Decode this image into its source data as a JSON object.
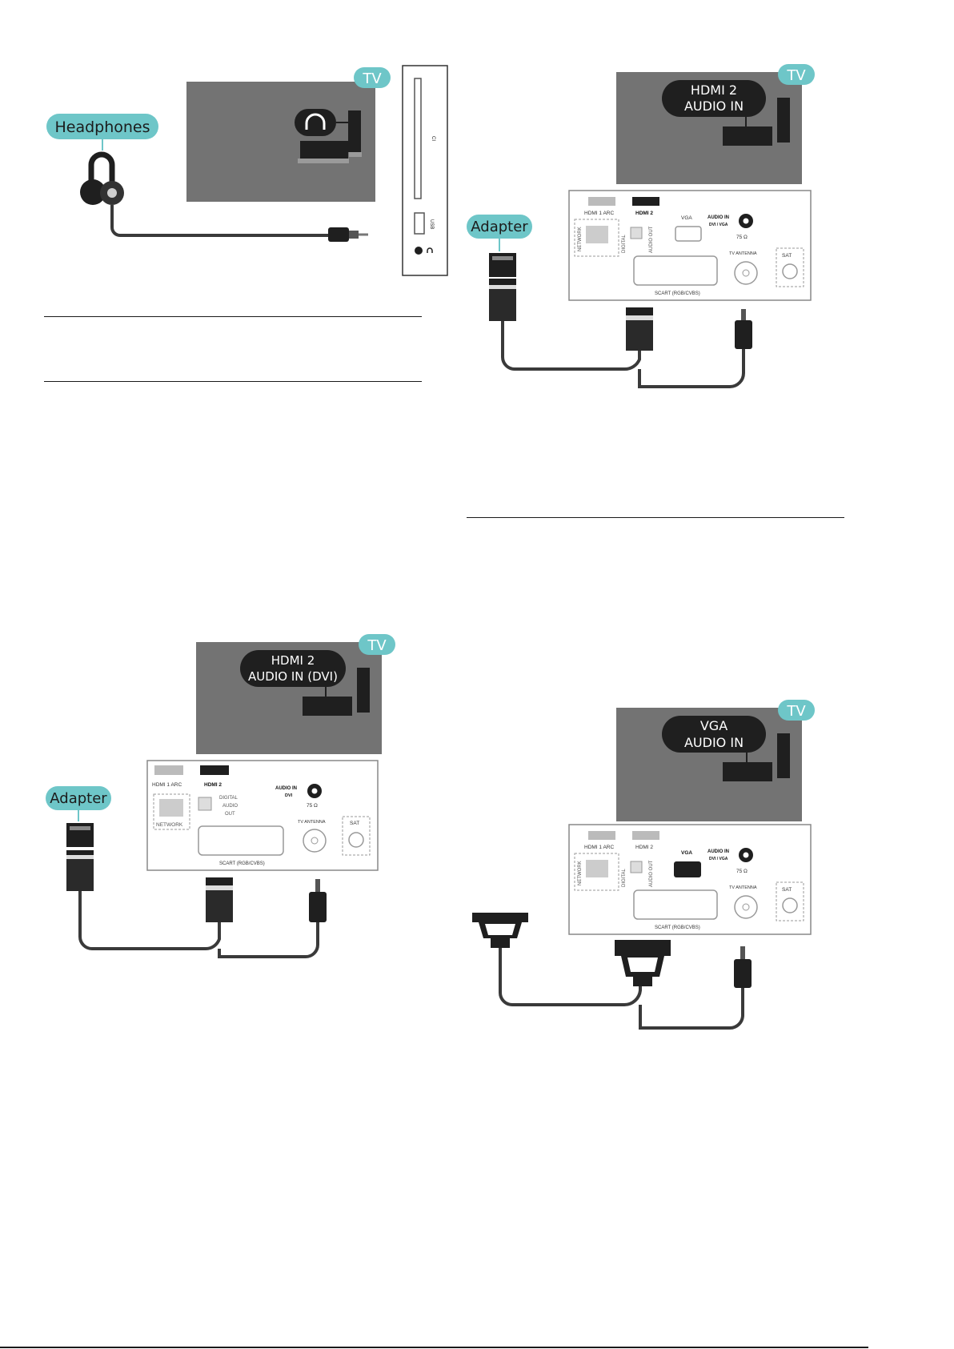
{
  "fig1": {
    "tv_badge": "TV",
    "callout": "Headphones",
    "side_labels": {
      "ci": "CI",
      "usb": "USB"
    }
  },
  "fig2": {
    "tv_badge": "TV",
    "callout": "Adapter",
    "port_callout": [
      "HDMI 2",
      "AUDIO IN"
    ],
    "ports": {
      "hdmi1": "HDMI 1 ARC",
      "hdmi2": "HDMI 2",
      "vga": "VGA",
      "audio_in": [
        "AUDIO IN",
        "DVI / VGA"
      ],
      "network": "NETWORK",
      "digital": "DIGITAL",
      "audio_out": "AUDIO OUT",
      "ohm": "75 Ω",
      "tv_antenna": "TV ANTENNA",
      "sat": "SAT",
      "scart": "SCART (RGB/CVBS)"
    }
  },
  "fig3": {
    "tv_badge": "TV",
    "callout": "Adapter",
    "port_callout": [
      "HDMI 2",
      "AUDIO IN (DVI)"
    ],
    "ports": {
      "hdmi1": "HDMI 1 ARC",
      "hdmi2": "HDMI 2",
      "audio_in": [
        "AUDIO IN",
        "DVI"
      ],
      "network": "NETWORK",
      "digital": [
        "DIGITAL",
        "AUDIO",
        "OUT"
      ],
      "ohm": "75 Ω",
      "tv_antenna": "TV ANTENNA",
      "sat": "SAT",
      "scart": "SCART (RGB/CVBS)"
    }
  },
  "fig4": {
    "tv_badge": "TV",
    "port_callout": [
      "VGA",
      "AUDIO IN"
    ],
    "ports": {
      "hdmi1": "HDMI 1 ARC",
      "hdmi2": "HDMI 2",
      "vga": "VGA",
      "audio_in": [
        "AUDIO IN",
        "DVI / VGA"
      ],
      "network": "NETWORK",
      "digital": "DIGITAL",
      "audio_out": "AUDIO OUT",
      "ohm": "75 Ω",
      "tv_antenna": "TV ANTENNA",
      "sat": "SAT",
      "scart": "SCART (RGB/CVBS)"
    }
  },
  "colors": {
    "tv_body": "#737373",
    "teal": "#6ec6c8",
    "port_black": "#2a2a2a",
    "cable": "#3a3a3a"
  }
}
